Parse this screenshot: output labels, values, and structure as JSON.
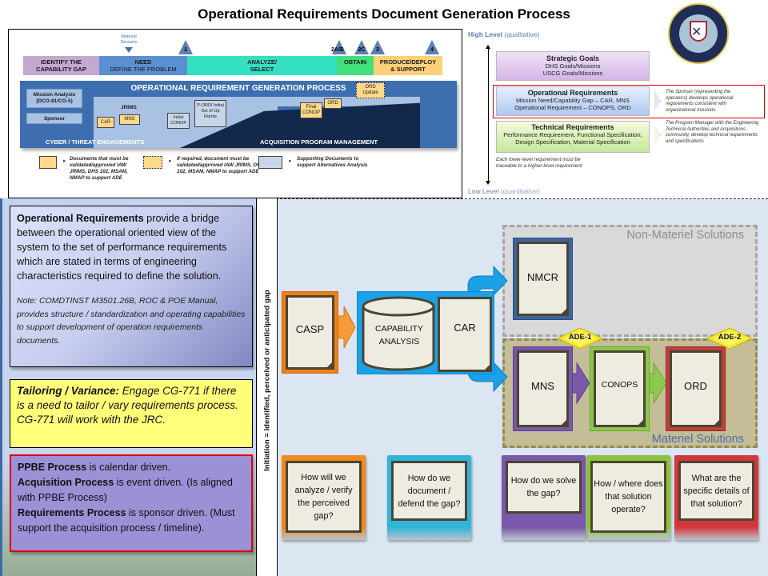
{
  "title": "Operational Requirements Document Generation Process",
  "lifecycle": {
    "material_decision": "Material Decision",
    "phases": [
      {
        "label1": "IDENTIFY THE",
        "label2": "CAPABILITY GAP",
        "color": "#c3a9d0"
      },
      {
        "label1": "NEED",
        "label2": "DEFINE THE PROBLEM",
        "color": "#5b8fd1"
      },
      {
        "label1": "ANALYZE/",
        "label2": "SELECT",
        "color": "#34e0c0"
      },
      {
        "label1": "OBTAIN",
        "label2": "",
        "color": "#40e07a"
      },
      {
        "label1": "PRODUCE/DEPLOY",
        "label2": "& SUPPORT",
        "color": "#ffd07a"
      }
    ],
    "milestones": [
      "1",
      "2A/B",
      "2C",
      "3",
      "4"
    ],
    "process_title": "OPERATIONAL REQUIREMENT GENERATION PROCESS",
    "mission_analysis": "Mission Analysis (DCO-81/CG-5)",
    "sponsor": "Sponsor",
    "jrims": "JRIMS",
    "docs": {
      "car": "CAR",
      "mns": "MNS",
      "initial_conop": "Initial CONOP",
      "pord": "P-ORD/ Initial Set of Op Rqmts",
      "final_conop": "Final CONOP",
      "ord": "ORD",
      "ord_update": "ORD Update"
    },
    "cyber_label": "CYBER / THREAT ENGAGEMENTS",
    "apm_label": "ACQUISITION PROGRAM MANAGEMENT",
    "legend": [
      {
        "text": "Documents that must be validated/approved IAW JRIMS, DHS 102, MSAM, NMAP to support ADE",
        "style": "solid-yellow"
      },
      {
        "text": "If required, document must be validated/approved IAW JRIMS, DHS 102, MSAM, NMAP to support ADE",
        "style": "dotted-yellow"
      },
      {
        "text": "Supporting Documents to support Alternatives Analysis",
        "style": "solid-blue"
      }
    ]
  },
  "hierarchy": {
    "high_level": "High Level",
    "high_level_qual": "(qualitative)",
    "low_level": "Low Level",
    "low_level_qual": "(quantitative)",
    "strategic": {
      "title": "Strategic Goals",
      "line1": "DHS Goals/Missions",
      "line2": "USCG Goals/Missions"
    },
    "operational": {
      "title": "Operational Requirements",
      "line1": "Mission Need/Capability Gap – CAR, MNS",
      "line2": "Operational Requirement – CONOPS, ORD",
      "note": "The Sponsor (representing the operators) develops operational requirements consistent with organizational missions."
    },
    "technical": {
      "title": "Technical Requirements",
      "line1": "Performance Requirement, Functional Specification,",
      "line2": "Design Specification, Material Specification",
      "note": "The Program Manager with the Engineering Technical Authorities and Acquisitions community, develop technical requirements and specifications"
    },
    "traceability_note": "Each lower-level requirement must be traceable to a higher-level requirement",
    "seal_alt": "United States Coast Guard - Office of Requirements & Analysis"
  },
  "info": {
    "op_req_bold": "Operational Requirements",
    "op_req_text": " provide a bridge between the operational oriented view of the system to the set of performance requirements which are stated in terms of engineering characteristics required to define the solution.",
    "note": "Note: COMDTINST  M3501.26B, ROC & POE Manual, provides structure  / standardization  and operating capabilities to support  development of operation requirements  documents.",
    "tailoring_bold": "Tailoring / Variance:",
    "tailoring_text": " Engage CG-771 if there is a need to tailor / vary requirements process. CG-771 will work with the JRC.",
    "ppbe_bold": "PPBE Process",
    "ppbe_text": " is calendar driven.",
    "acq_bold": "Acquisition Process",
    "acq_text": " is event driven. (Is aligned with PPBE Process)",
    "req_bold": "Requirements Process",
    "req_text": " is sponsor driven. (Must support the acquisition process / timeline)."
  },
  "initiation": "Initiation = Identified, perceived or anticipated gap",
  "flow": {
    "casp": "CASP",
    "capability_analysis": "CAPABILITY ANALYSIS",
    "car": "CAR",
    "nmcr": "NMCR",
    "mns": "MNS",
    "conops": "CONOPS",
    "ord": "ORD",
    "non_materiel": "Non-Materiel Solutions",
    "materiel": "Materiel Solutions",
    "ade1": "ADE-1",
    "ade2": "ADE-2",
    "colors": {
      "orange": "#f07f18",
      "blue": "#1ba1e8",
      "navy": "#3c64a0",
      "purple": "#7858a8",
      "green": "#8cc84b",
      "red": "#c0403c"
    }
  },
  "questions": [
    {
      "text": "How will we analyze / verify the perceived gap?",
      "color": "#f08a1e"
    },
    {
      "text": "How do we document / defend the gap?",
      "color": "#30b4d8"
    },
    {
      "text": "How do we solve the gap?",
      "color": "#7a58aa"
    },
    {
      "text": "How / where does that solution operate?",
      "color": "#8cc43c"
    },
    {
      "text": "What are the specific details of that solution?",
      "color": "#d2383a"
    }
  ]
}
